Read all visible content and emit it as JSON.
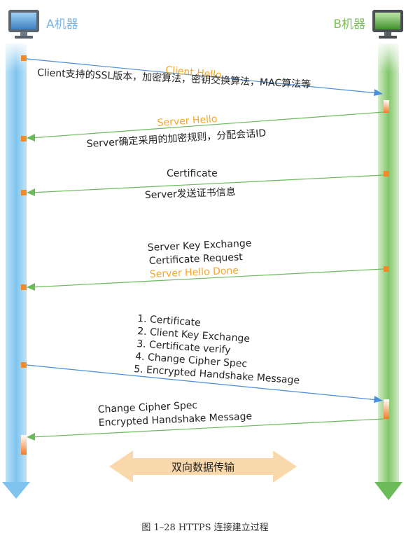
{
  "machines": {
    "a": "A机器",
    "b": "B机器"
  },
  "messages": [
    {
      "title": "Client  Hello",
      "detail": "Client支持的SSL版本，加密算法，密钥交换算法，MAC算法等"
    },
    {
      "title": "Server Hello",
      "detail": "Server确定采用的加密规则，分配会话ID"
    },
    {
      "title": "Certificate",
      "detail": "Server发送证书信息"
    },
    {
      "lines": [
        "Server Key Exchange",
        "Certificate Request",
        "Server Hello Done"
      ]
    },
    {
      "lines": [
        "1. Certificate",
        "2. Client Key Exchange",
        "3. Certificate verify",
        "4. Change Cipher Spec",
        "5. Encrypted Handshake Message"
      ]
    },
    {
      "lines": [
        "Change Cipher Spec",
        "Encrypted Handshake Message"
      ]
    }
  ],
  "bidirectional_label": "双向数据传输",
  "caption": "图 1–28   HTTPS 连接建立过程",
  "colors": {
    "left_lifeline": "#7ec4ee",
    "right_lifeline": "#7fc36b",
    "orange_text": "#f5a623",
    "marker": "#f08a2c",
    "arrow_blue": "#4a8fd8",
    "arrow_green": "#6cbb5b",
    "bidir_fill": "#f9d8ac"
  }
}
